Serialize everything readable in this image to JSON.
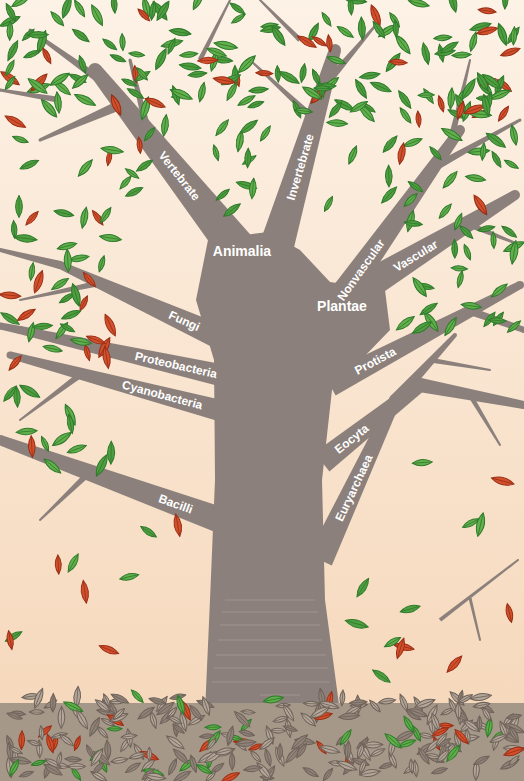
{
  "diagram": {
    "labels": [
      "Vertebrate",
      "Invertebrate",
      "Animalia",
      "Nonvascular",
      "Vascular",
      "Plantae",
      "Fungi",
      "Proteobacteria",
      "Protista",
      "Cyanobacteria",
      "Eocyta",
      "Euryarchaea",
      "Bacilli"
    ]
  }
}
